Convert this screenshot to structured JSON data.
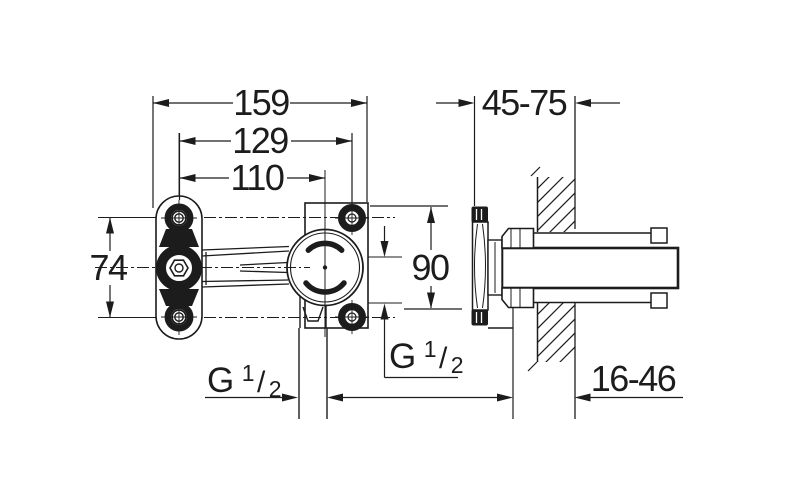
{
  "canvas": {
    "background": "#ffffff",
    "line_color": "#1c1c1c"
  },
  "drawing": {
    "type": "technical-dimension-drawing",
    "views": {
      "front": "front view of concealed mounting body",
      "side": "side section view through wall"
    },
    "dimensions": {
      "overall_width": "159",
      "hole_spacing_width": "129",
      "center_width": "110",
      "hole_spacing_height": "74",
      "body_height": "90",
      "mounting_depth": "45-75",
      "wall_range": "16-46"
    },
    "thread_labels": {
      "bottom_outlet": {
        "g": "G",
        "num": "1",
        "slash": "/",
        "den": "2"
      },
      "rear_outlet": {
        "g": "G",
        "num": "1",
        "slash": "/",
        "den": "2"
      }
    }
  }
}
